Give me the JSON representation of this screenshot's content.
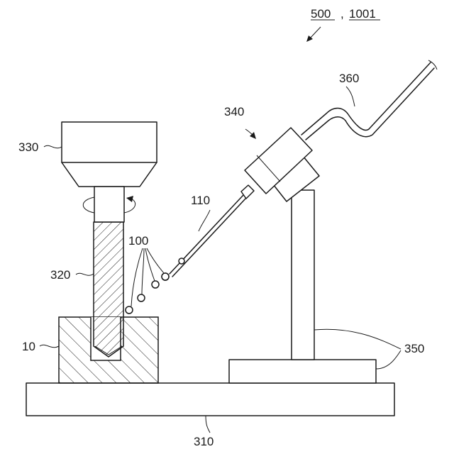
{
  "figure": {
    "ref_primary": "500",
    "ref_separator": ",",
    "ref_secondary": "1001",
    "labels": {
      "workpiece": "10",
      "chips": "100",
      "nozzle": "110",
      "base": "310",
      "drill": "320",
      "spindle_head": "330",
      "nozzle_holder": "340",
      "support_stand": "350",
      "air_hose": "360"
    }
  }
}
